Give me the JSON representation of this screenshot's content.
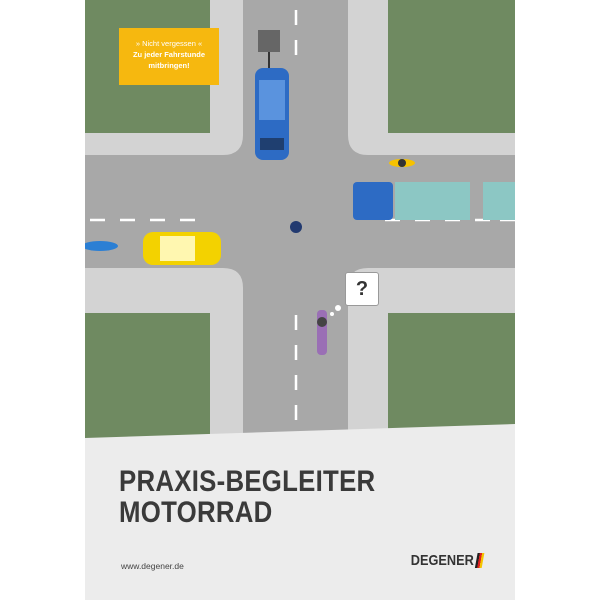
{
  "notice": {
    "line1": "» Nicht vergessen «",
    "line2": "Zu jeder Fahrstunde mitbringen!"
  },
  "title": {
    "line1": "PRAXIS-BEGLEITER",
    "line2": "MOTORRAD"
  },
  "website": "www.degener.de",
  "publisher": "DEGENER",
  "question_mark": "?",
  "colors": {
    "grass": "#6f8a61",
    "road": "#a8a8a8",
    "sidewalk": "#d3d3d3",
    "notice": "#f6b80f",
    "panel": "#ececec"
  }
}
